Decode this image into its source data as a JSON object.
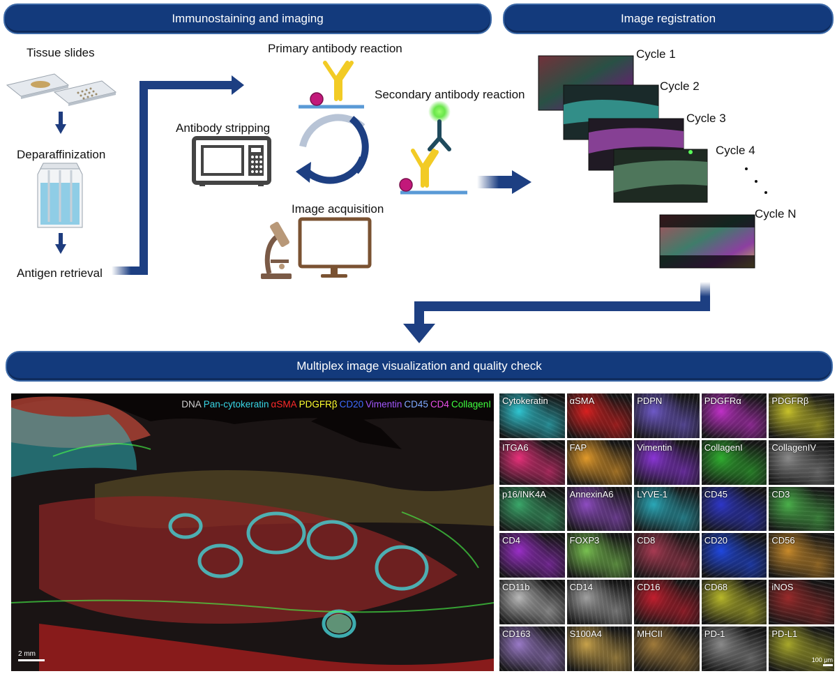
{
  "banners": {
    "top_left": "Immunostaining and imaging",
    "top_right": "Image registration",
    "bottom": "Multiplex image visualization and quality check"
  },
  "steps": {
    "tissue_slides": "Tissue slides",
    "deparaffinization": "Deparaffinization",
    "antigen_retrieval": "Antigen retrieval",
    "primary_antibody": "Primary antibody reaction",
    "secondary_antibody": "Secondary antibody reaction",
    "antibody_stripping": "Antibody stripping",
    "image_acquisition": "Image acquisition"
  },
  "cycles": {
    "c1": "Cycle 1",
    "c2": "Cycle 2",
    "c3": "Cycle 3",
    "c4": "Cycle 4",
    "cn": "Cycle N"
  },
  "overview": {
    "legend": [
      {
        "label": "DNA",
        "color": "#cfcfcf"
      },
      {
        "label": "Pan-cytokeratin",
        "color": "#37d6e6"
      },
      {
        "label": "αSMA",
        "color": "#ff2a2a"
      },
      {
        "label": "PDGFRβ",
        "color": "#ffff2e"
      },
      {
        "label": "CD20",
        "color": "#3e6bff"
      },
      {
        "label": "Vimentin",
        "color": "#a257ff"
      },
      {
        "label": "CD45",
        "color": "#7fa9ff"
      },
      {
        "label": "CD4",
        "color": "#e84fe8"
      },
      {
        "label": "CollagenI",
        "color": "#3fff3f"
      }
    ],
    "scale_bar": "2 mm"
  },
  "markers": [
    {
      "label": "Cytokeratin",
      "color": "#2fc6d2"
    },
    {
      "label": "αSMA",
      "color": "#d92020"
    },
    {
      "label": "PDPN",
      "color": "#6e59c8"
    },
    {
      "label": "PDGFRα",
      "color": "#c030c8"
    },
    {
      "label": "PDGFRβ",
      "color": "#c8c22a"
    },
    {
      "label": "ITGA6",
      "color": "#e8307a"
    },
    {
      "label": "FAP",
      "color": "#e29a2a"
    },
    {
      "label": "Vimentin",
      "color": "#8a35d6"
    },
    {
      "label": "CollagenI",
      "color": "#2fae2f"
    },
    {
      "label": "CollagenIV",
      "color": "#8a8a8a"
    },
    {
      "label": "p16/INK4A",
      "color": "#3aa86a"
    },
    {
      "label": "AnnexinA6",
      "color": "#8e4cc2"
    },
    {
      "label": "LYVE-1",
      "color": "#2aa8b8"
    },
    {
      "label": "CD45",
      "color": "#2d36c8"
    },
    {
      "label": "CD3",
      "color": "#4ab04a"
    },
    {
      "label": "CD4",
      "color": "#9a2ec8"
    },
    {
      "label": "FOXP3",
      "color": "#78c050"
    },
    {
      "label": "CD8",
      "color": "#a83a52"
    },
    {
      "label": "CD20",
      "color": "#1f47e0"
    },
    {
      "label": "CD56",
      "color": "#c88a2a"
    },
    {
      "label": "CD11b",
      "color": "#b8b8b8"
    },
    {
      "label": "CD14",
      "color": "#a0a0a0"
    },
    {
      "label": "CD16",
      "color": "#c21e2e"
    },
    {
      "label": "CD68",
      "color": "#b8b82a"
    },
    {
      "label": "iNOS",
      "color": "#9a2a2a"
    },
    {
      "label": "CD163",
      "color": "#9a7ac8"
    },
    {
      "label": "S100A4",
      "color": "#c8a24a"
    },
    {
      "label": "MHCII",
      "color": "#a07a3a"
    },
    {
      "label": "PD-1",
      "color": "#8a8a8a"
    },
    {
      "label": "PD-L1",
      "color": "#a8a82a"
    }
  ],
  "grid_scale_bar": "100 μm"
}
